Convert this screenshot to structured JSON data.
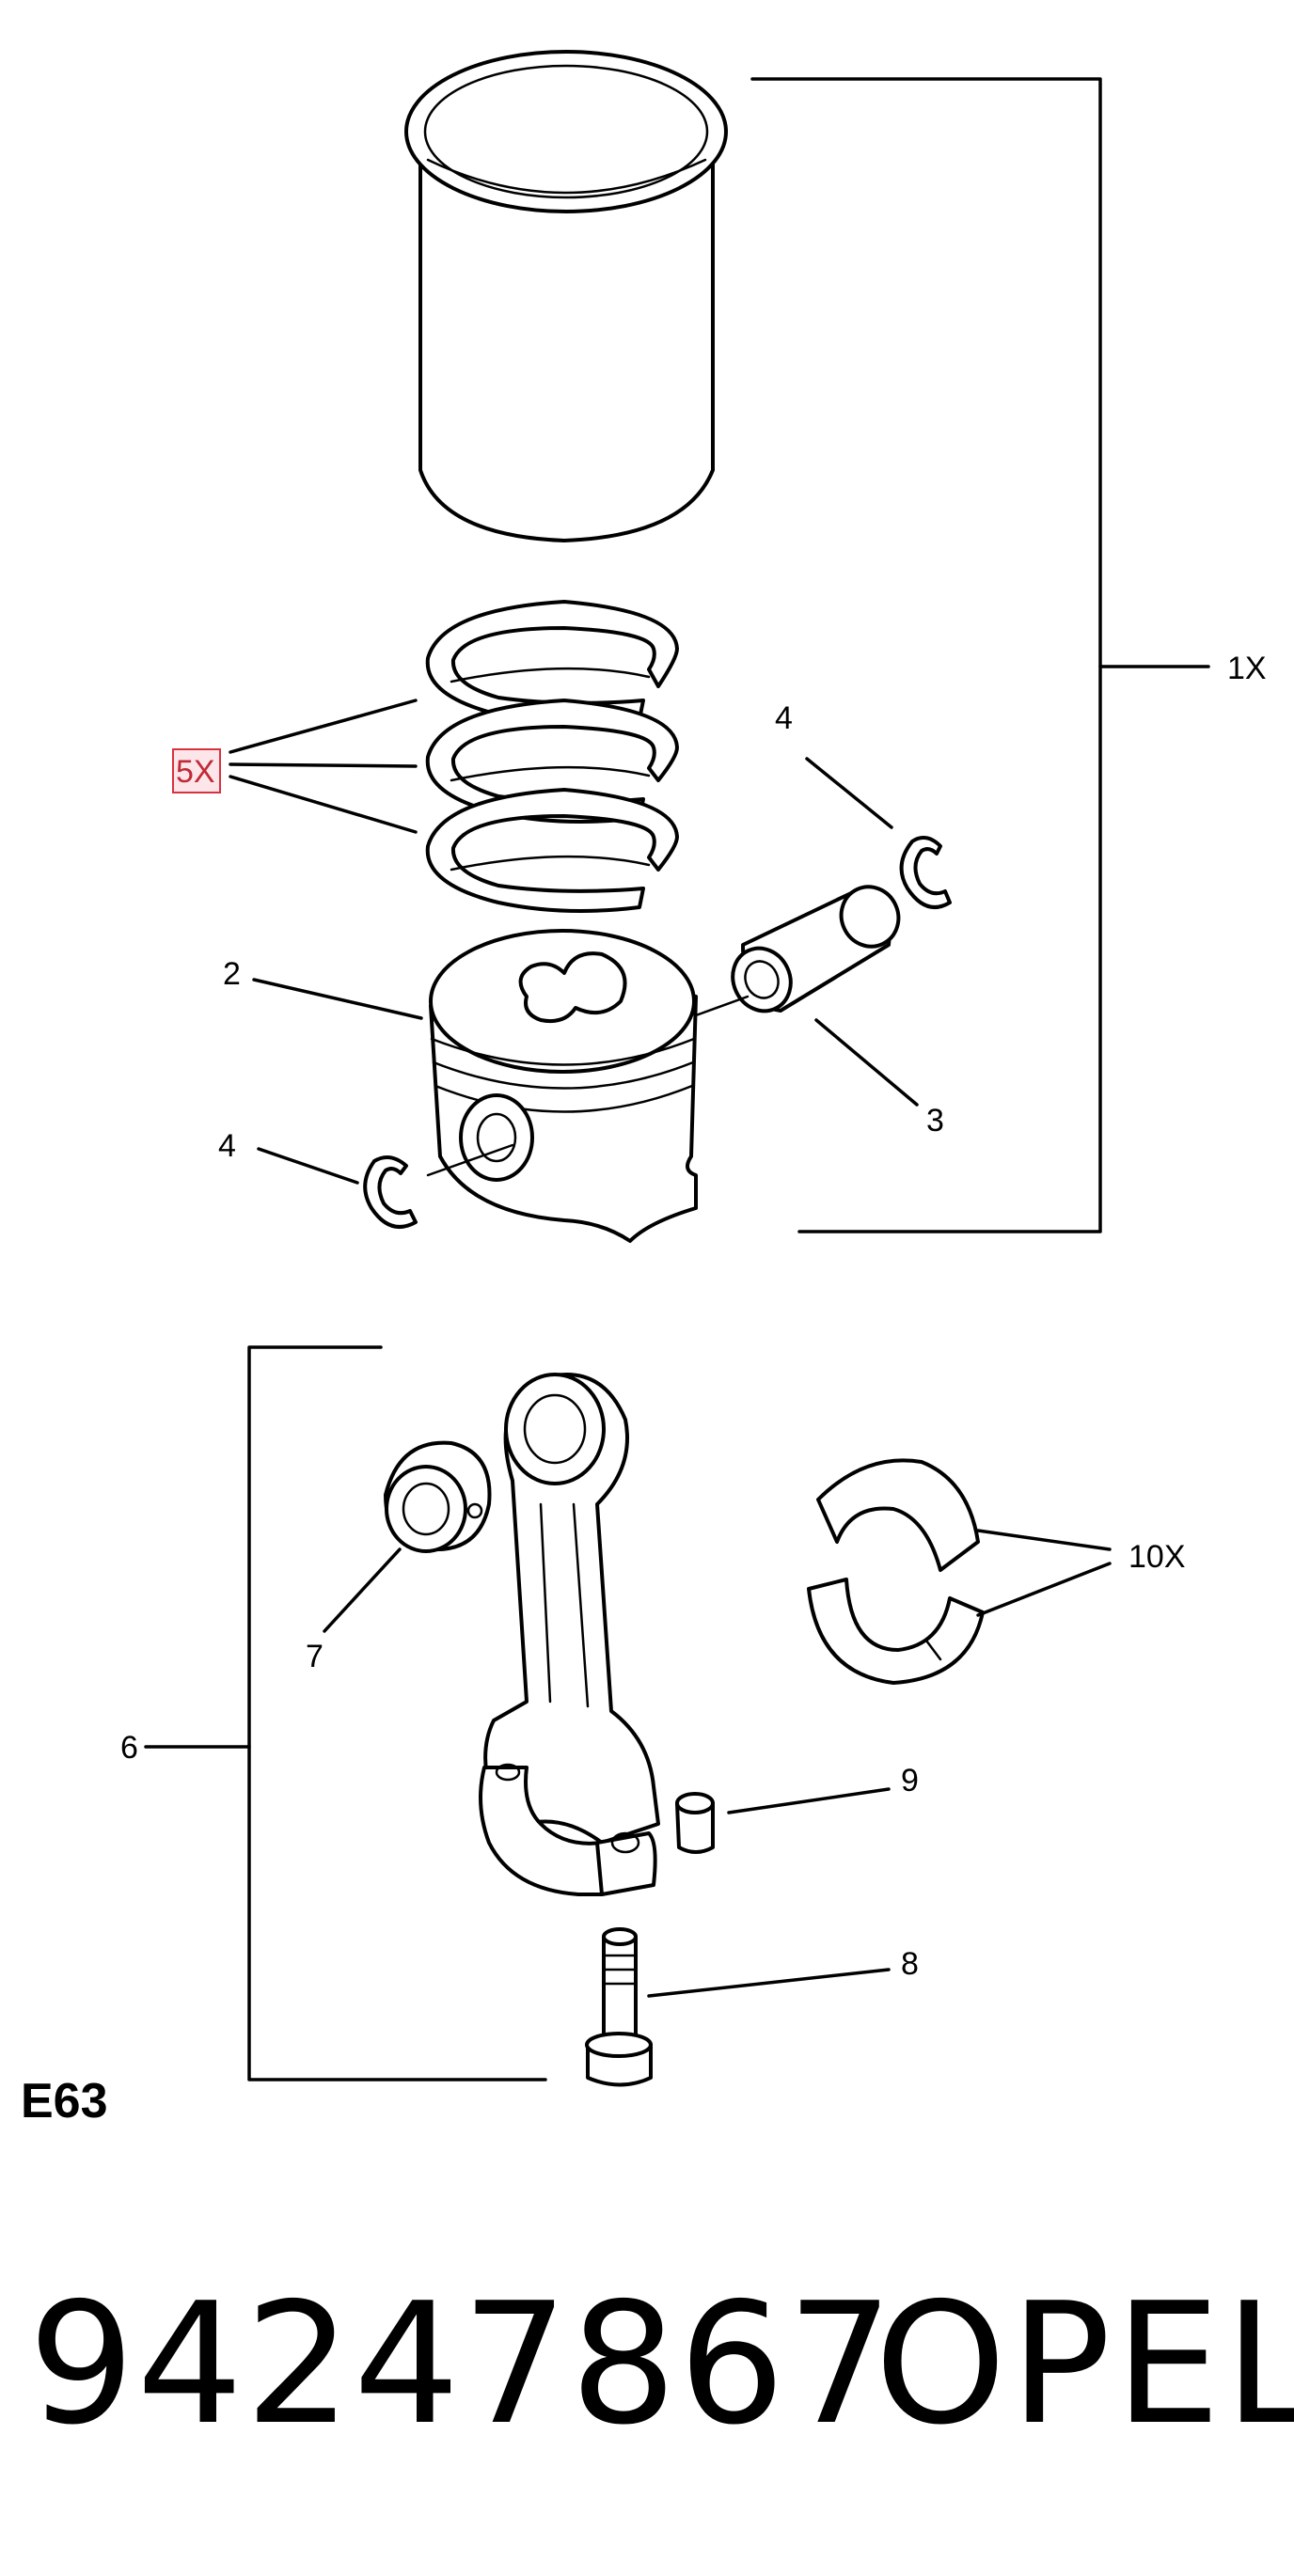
{
  "diagram": {
    "callouts": {
      "assembly_qty": "1X",
      "rings_qty": "5X",
      "circlip_top": "4",
      "circlip_left": "4",
      "piston": "2",
      "piston_pin": "3",
      "rod_assembly": "6",
      "rod_bushing": "7",
      "bearing_shells_qty": "10X",
      "dowel": "9",
      "bolt": "8"
    },
    "section_code": "E63",
    "highlight_color": "#d8323f"
  },
  "footer": {
    "part_number": "94247867",
    "brand": "OPEL"
  }
}
